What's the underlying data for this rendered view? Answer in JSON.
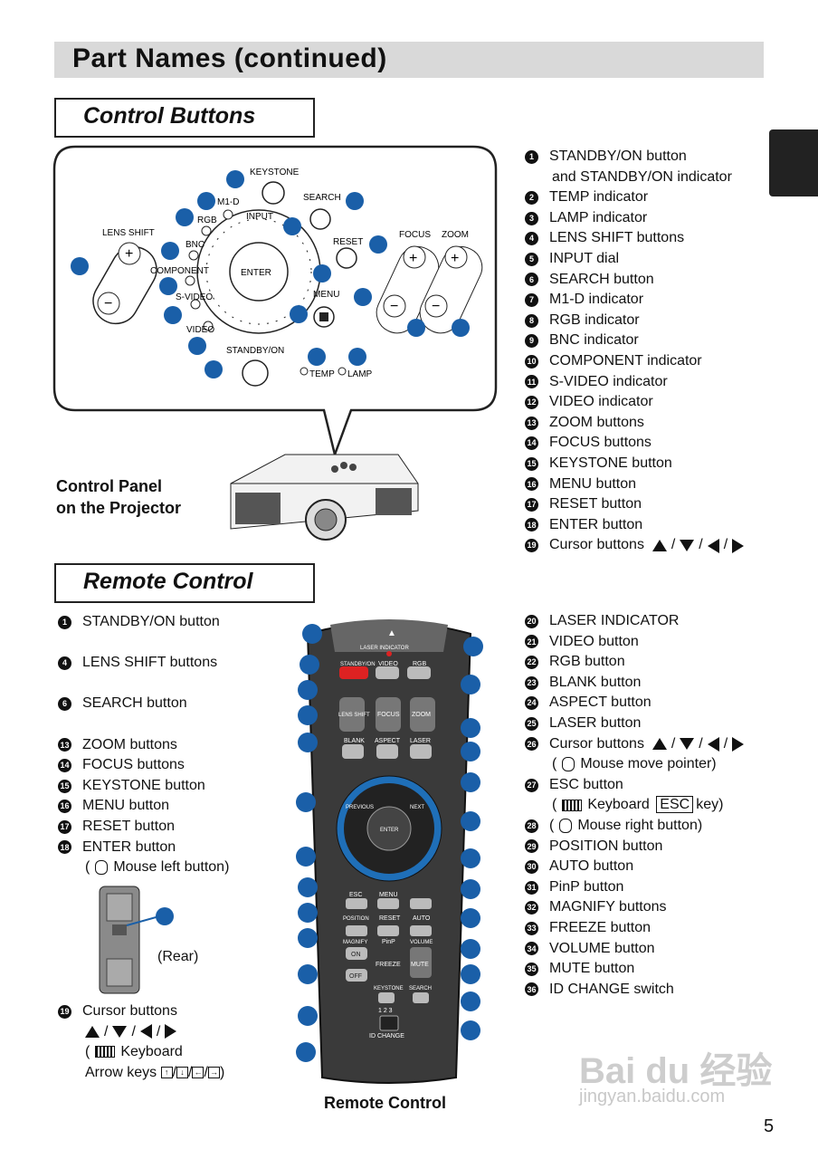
{
  "page_title": "Part Names (continued)",
  "section_control_buttons": "Control Buttons",
  "section_remote_control": "Remote Control",
  "control_panel_caption": [
    "Control Panel",
    "on the Projector"
  ],
  "remote_caption": "Remote Control",
  "page_number": "5",
  "rear_label": "(Rear)",
  "watermark": {
    "line1": "Bai du 经验",
    "line2": "jingyan.baidu.com"
  },
  "panel_labels": {
    "keystone": "KEYSTONE",
    "m1d": "M1-D",
    "search": "SEARCH",
    "rgb": "RGB",
    "input": "INPUT",
    "lens_shift": "LENS SHIFT",
    "bnc": "BNC",
    "reset": "RESET",
    "focus": "FOCUS",
    "zoom": "ZOOM",
    "component": "COMPONENT",
    "enter": "ENTER",
    "s_video": "S-VIDEO",
    "menu": "MENU",
    "video": "VIDEO",
    "standby_on": "STANDBY/ON",
    "temp": "TEMP",
    "lamp": "LAMP"
  },
  "remote_labels": {
    "laser_indicator": "LASER INDICATOR",
    "standby_on": "STANDBY/ON",
    "video": "VIDEO",
    "rgb": "RGB",
    "lens_shift": "LENS SHIFT",
    "focus": "FOCUS",
    "zoom": "ZOOM",
    "blank": "BLANK",
    "aspect": "ASPECT",
    "laser": "LASER",
    "previous": "PREVIOUS",
    "next": "NEXT",
    "enter": "ENTER",
    "esc": "ESC",
    "menu": "MENU",
    "position": "POSITION",
    "reset": "RESET",
    "auto": "AUTO",
    "magnify": "MAGNIFY",
    "pinp": "PinP",
    "volume": "VOLUME",
    "on": "ON",
    "off": "OFF",
    "freeze": "FREEZE",
    "mute": "MUTE",
    "keystone": "KEYSTONE",
    "search": "SEARCH",
    "id_digits": "1 2 3",
    "id_change": "ID CHANGE"
  },
  "control_list": [
    {
      "n": "1",
      "text": "STANDBY/ON button",
      "cont": "and STANDBY/ON indicator"
    },
    {
      "n": "2",
      "text": "TEMP indicator"
    },
    {
      "n": "3",
      "text": "LAMP indicator"
    },
    {
      "n": "4",
      "text": "LENS SHIFT buttons"
    },
    {
      "n": "5",
      "text": "INPUT dial"
    },
    {
      "n": "6",
      "text": "SEARCH button"
    },
    {
      "n": "7",
      "text": "M1-D indicator"
    },
    {
      "n": "8",
      "text": "RGB indicator"
    },
    {
      "n": "9",
      "text": "BNC indicator"
    },
    {
      "n": "10",
      "text": "COMPONENT indicator"
    },
    {
      "n": "11",
      "text": "S-VIDEO indicator"
    },
    {
      "n": "12",
      "text": "VIDEO indicator"
    },
    {
      "n": "13",
      "text": "ZOOM buttons"
    },
    {
      "n": "14",
      "text": "FOCUS buttons"
    },
    {
      "n": "15",
      "text": "KEYSTONE button"
    },
    {
      "n": "16",
      "text": "MENU button"
    },
    {
      "n": "17",
      "text": "RESET button"
    },
    {
      "n": "18",
      "text": "ENTER button"
    },
    {
      "n": "19",
      "text": "Cursor buttons"
    }
  ],
  "remote_left_list": {
    "i1": {
      "n": "1",
      "text": "STANDBY/ON button"
    },
    "i4": {
      "n": "4",
      "text": "LENS SHIFT buttons"
    },
    "i6": {
      "n": "6",
      "text": "SEARCH button"
    },
    "group": [
      {
        "n": "13",
        "text": "ZOOM buttons"
      },
      {
        "n": "14",
        "text": "FOCUS buttons"
      },
      {
        "n": "15",
        "text": "KEYSTONE button"
      },
      {
        "n": "16",
        "text": "MENU button"
      },
      {
        "n": "17",
        "text": "RESET button"
      },
      {
        "n": "18",
        "text": "ENTER button"
      }
    ],
    "i18_note": "Mouse left button)",
    "i19": {
      "n": "19",
      "text": "Cursor buttons"
    },
    "i19_keyboard": "Keyboard",
    "i19_arrow": "Arrow keys"
  },
  "remote_right_list": [
    {
      "n": "20",
      "text": "LASER INDICATOR"
    },
    {
      "n": "21",
      "text": "VIDEO button"
    },
    {
      "n": "22",
      "text": "RGB button"
    },
    {
      "n": "23",
      "text": "BLANK button"
    },
    {
      "n": "24",
      "text": "ASPECT button"
    },
    {
      "n": "25",
      "text": "LASER button"
    },
    {
      "n": "26",
      "text": "Cursor buttons"
    },
    {
      "n": "27",
      "text": "ESC button"
    },
    {
      "n": "28",
      "text": "Mouse right button)"
    },
    {
      "n": "29",
      "text": "POSITION button"
    },
    {
      "n": "30",
      "text": "AUTO button"
    },
    {
      "n": "31",
      "text": "PinP button"
    },
    {
      "n": "32",
      "text": "MAGNIFY buttons"
    },
    {
      "n": "33",
      "text": "FREEZE button"
    },
    {
      "n": "34",
      "text": "VOLUME button"
    },
    {
      "n": "35",
      "text": "MUTE button"
    },
    {
      "n": "36",
      "text": "ID CHANGE switch"
    }
  ],
  "remote_right_extra": {
    "mouse_move": "Mouse move pointer)",
    "keyboard": "Keyboard",
    "esc_key": "ESC",
    "key_word": "key)"
  }
}
